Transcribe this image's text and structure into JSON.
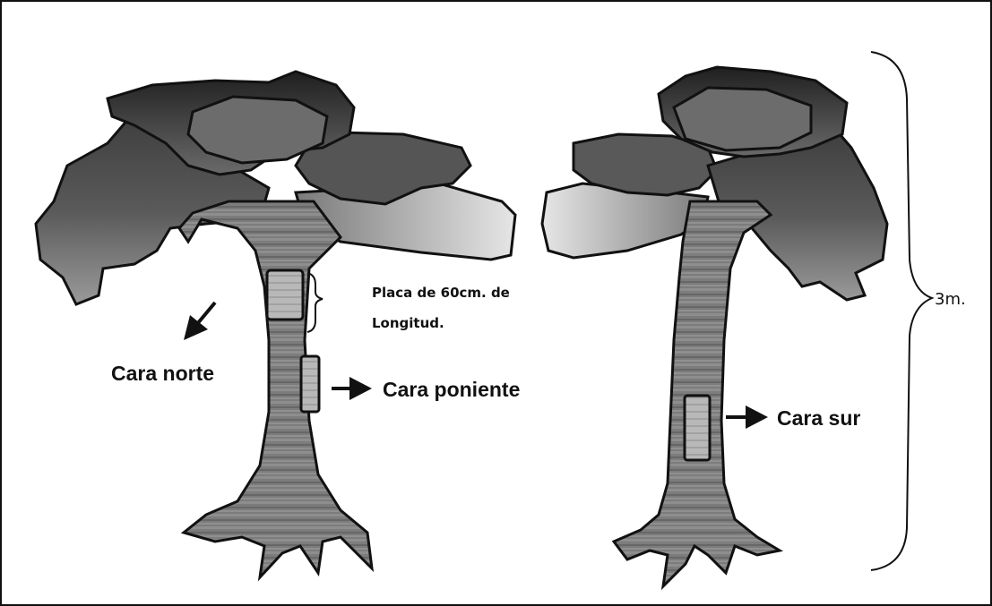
{
  "labels": {
    "placa_line1": "Placa de 60cm.  de",
    "placa_line2": "Longitud.",
    "cara_norte": "Cara norte",
    "cara_poniente": "Cara poniente",
    "cara_sur": "Cara sur",
    "height": "3m."
  },
  "icons": {
    "arrow_norte": "arrow-down-left-icon",
    "arrow_poniente": "arrow-right-icon",
    "arrow_sur": "arrow-right-icon",
    "brace_plate": "right-brace-icon",
    "brace_height": "right-brace-icon"
  },
  "colors": {
    "outline": "#111111",
    "canopy_dark": "#2f2f2f",
    "canopy_mid": "#6f6f6f",
    "canopy_light": "#d8d8d8",
    "trunk": "#7a7a7a",
    "plate": "#b5b5b5"
  }
}
